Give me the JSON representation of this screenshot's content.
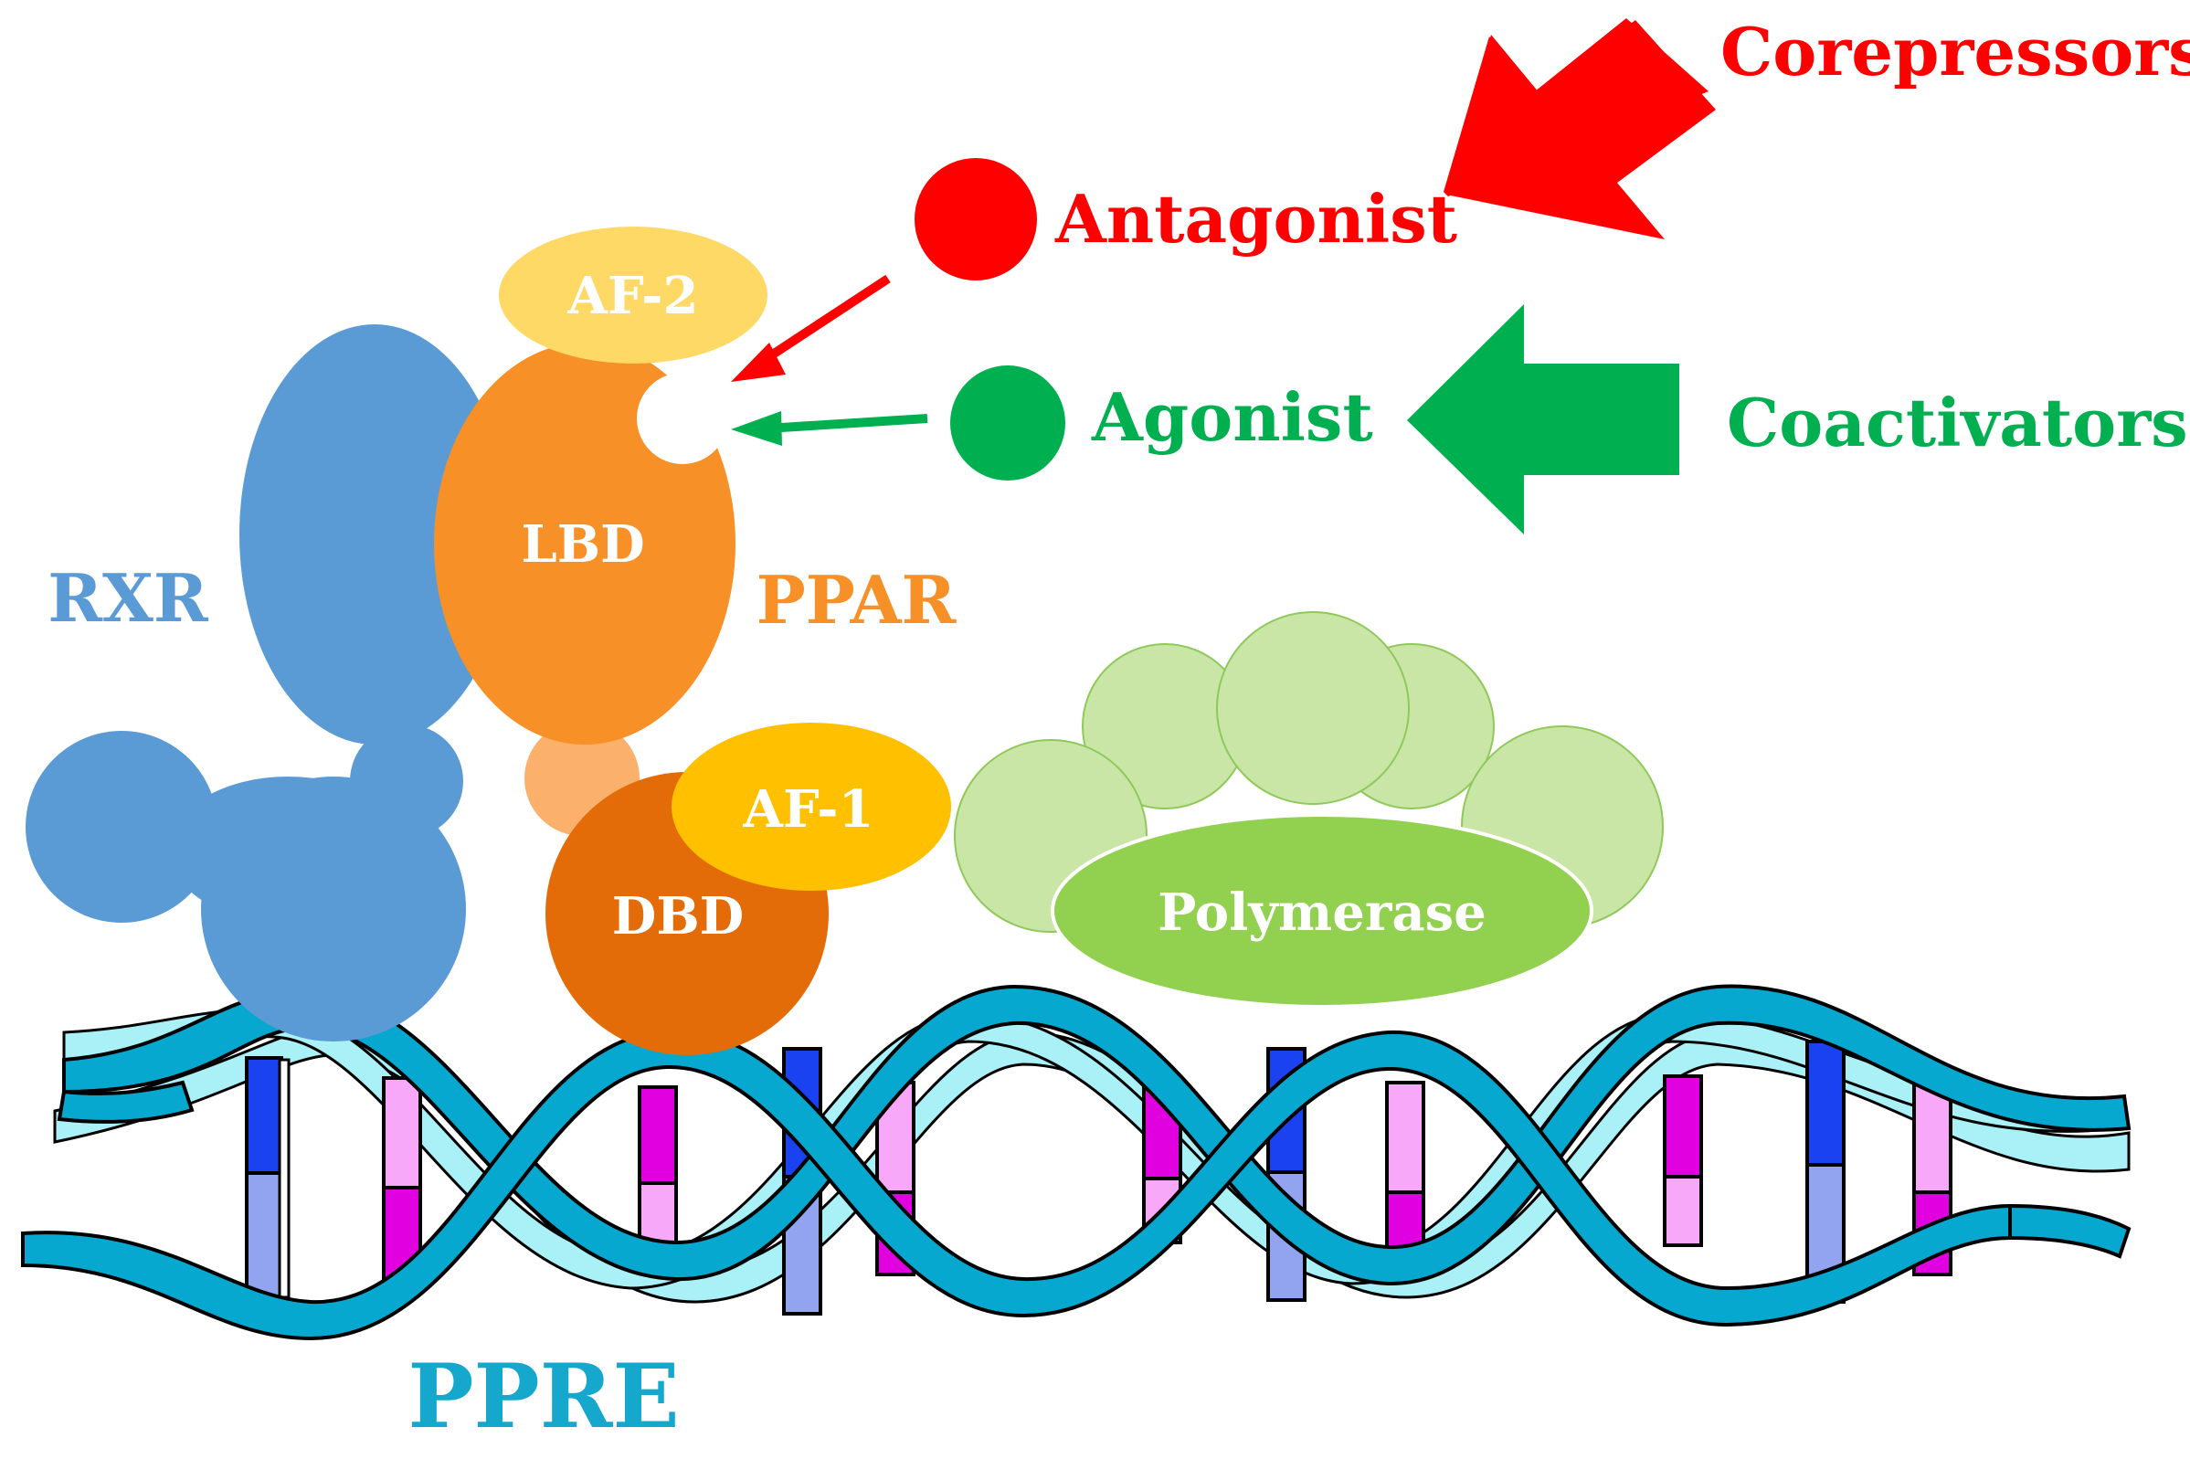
{
  "labels": {
    "corepressors": "Corepressors",
    "antagonist": "Antagonist",
    "agonist": "Agonist",
    "coactivators": "Coactivators",
    "af2": "AF-2",
    "lbd": "LBD",
    "rxr": "RXR",
    "ppar": "PPAR",
    "af1": "AF-1",
    "dbd": "DBD",
    "polymerase": "Polymerase",
    "ppre": "PPRE"
  },
  "colors": {
    "red": "#ff0000",
    "green": "#00b050",
    "rxr_blue": "#5b9bd5",
    "ppar_orange": "#f79027",
    "hinge": "#fbb06b",
    "dbd": "#e36c09",
    "af1": "#ffc000",
    "af2": "#ffd966",
    "polymerase": "#92d050",
    "pol_cloud": "#c9e6a7",
    "dna_backbone": "#07a8cf",
    "dna_inner": "#aaf0f7",
    "ppre_text": "#16a7cc",
    "base_blue": "#1a42f0",
    "base_lavender": "#92a3ef",
    "base_magenta": "#e000e0",
    "base_pink": "#f8a8f8"
  }
}
